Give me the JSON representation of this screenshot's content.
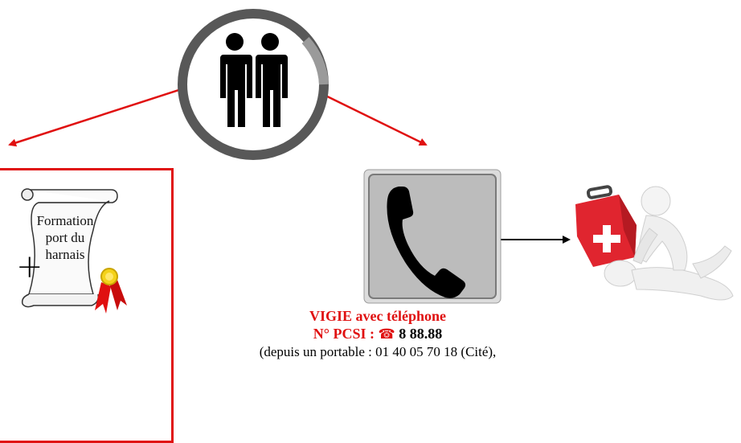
{
  "certificate": {
    "line1": "Formation",
    "line2": "port du",
    "line3": "harnais",
    "plus_symbol": "+",
    "icon": "scroll-certificate-icon"
  },
  "phone_panel": {
    "icon": "telephone-handset-icon",
    "vigie_label": "VIGIE avec téléphone",
    "pcsi_label": "N° PCSI : ",
    "phone_glyph": "☎",
    "pcsi_number": "8 88.88",
    "mobile_note": "(depuis un portable : 01 40 05 70 18 (Cité),"
  },
  "people_icon": "two-people-icon",
  "first_aid_icon": "first-aid-rescuer-icon",
  "colors": {
    "arrow_red": "#e01010",
    "frame_red": "#e01010",
    "ring_gray": "#585858",
    "phone_panel_bg": "#bcbcbc",
    "kit_red": "#e0252f"
  }
}
